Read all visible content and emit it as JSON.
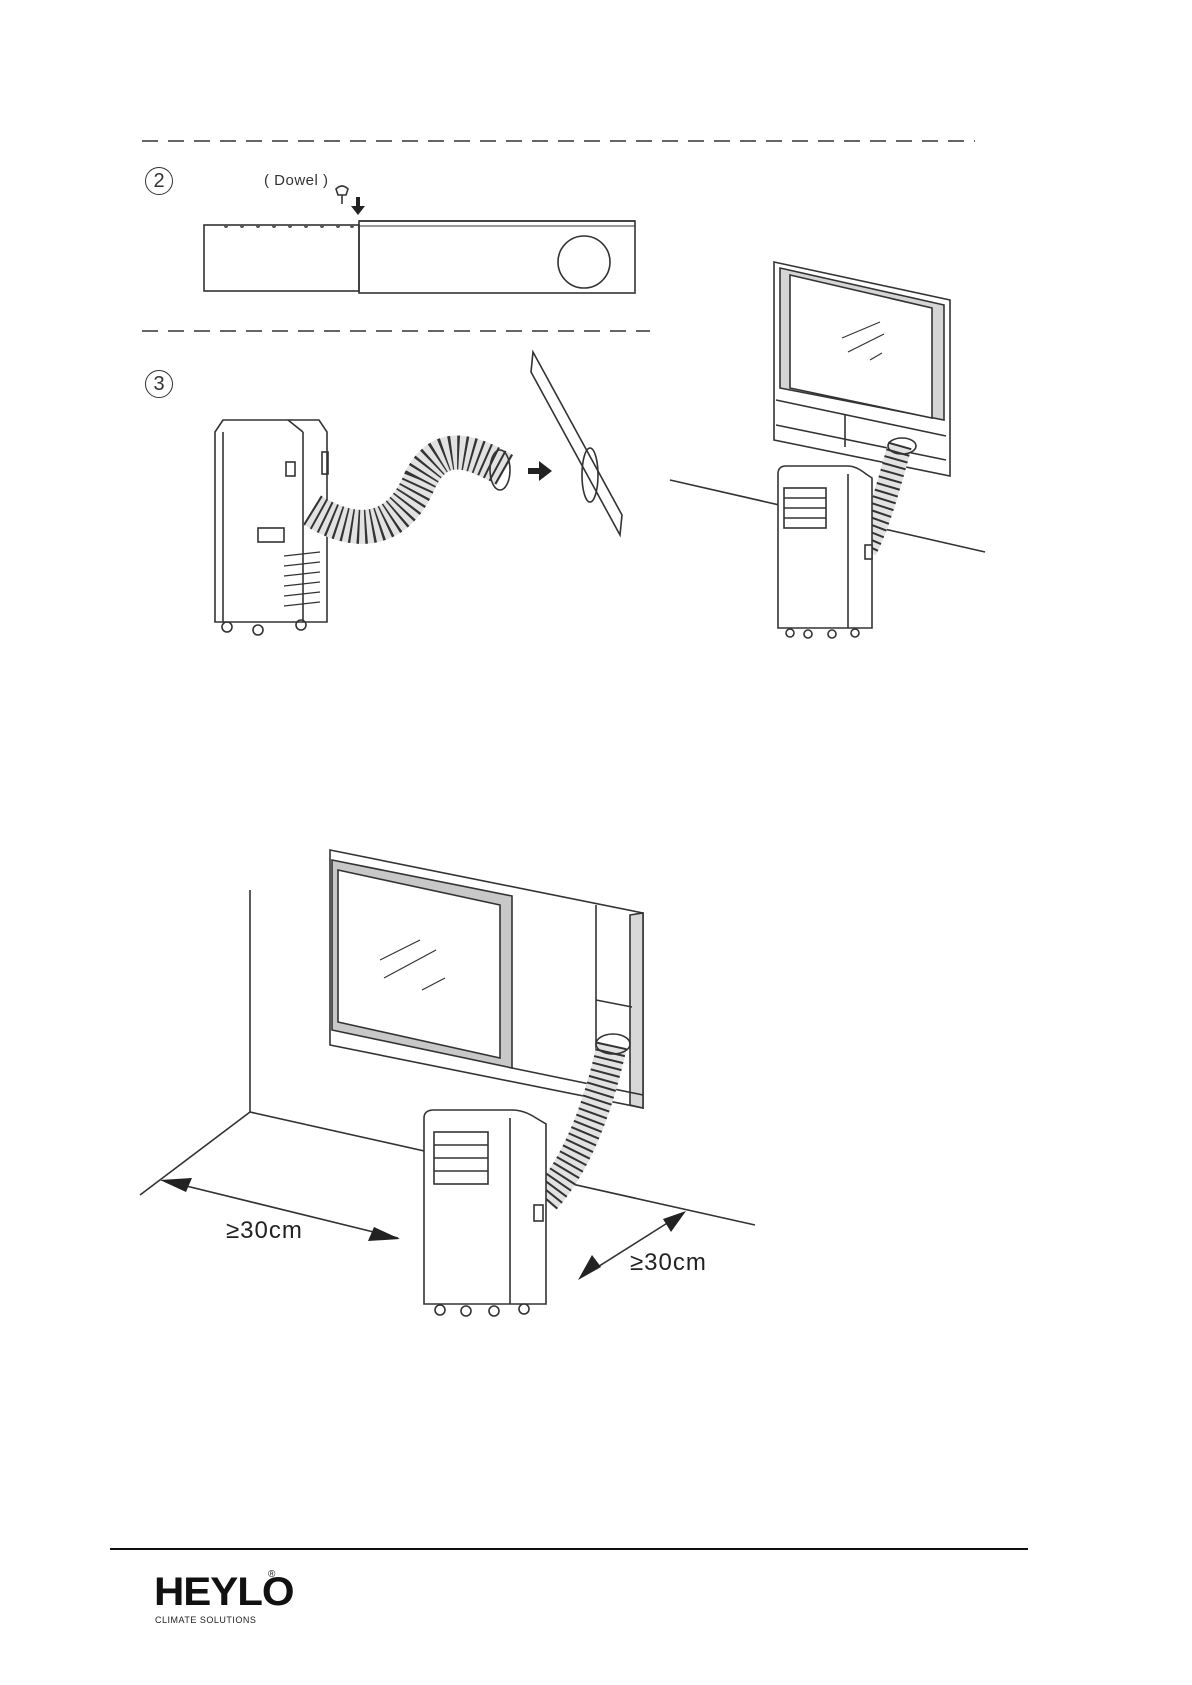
{
  "steps": {
    "step2": {
      "number": "2",
      "dowel_label": "( Dowel )"
    },
    "step3": {
      "number": "3"
    }
  },
  "clearances": {
    "left": "≥30cm",
    "right": "≥30cm"
  },
  "footer": {
    "brand": "HEYLO",
    "registered": "®",
    "tagline": "CLIMATE SOLUTIONS"
  }
}
